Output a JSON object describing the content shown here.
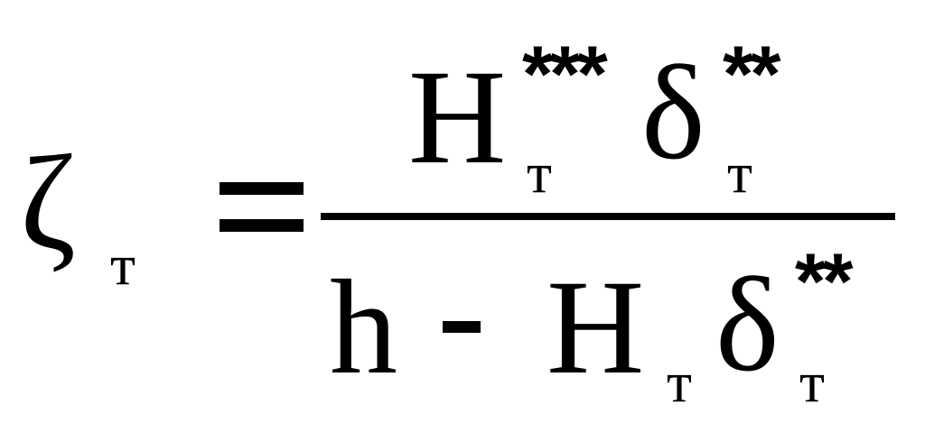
{
  "formula": {
    "lhs": {
      "symbol": "ζ",
      "subscript": "т"
    },
    "equals": "=",
    "numerator": {
      "H": "H",
      "H_sub": "т",
      "H_sup": "***",
      "delta": "δ",
      "delta_sub": "т",
      "delta_sup": "**"
    },
    "denominator": {
      "h": "h",
      "minus": "-",
      "H": "H",
      "H_sub": "т",
      "delta": "δ",
      "delta_sub": "т",
      "delta_sup": "**"
    }
  }
}
